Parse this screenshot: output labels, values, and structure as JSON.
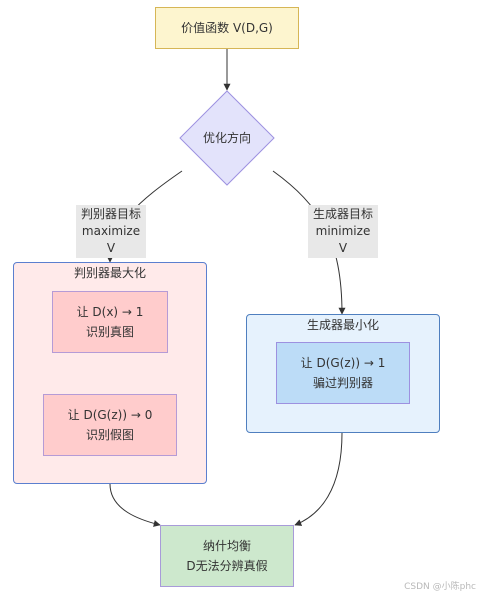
{
  "nodes": {
    "value_function": "价值函数 V(D,G)",
    "optimize_direction": "优化方向",
    "d_real_line1": "让 D(x) → 1",
    "d_real_line2": "识别真图",
    "d_fake_line1": "让 D(G(z)) → 0",
    "d_fake_line2": "识别假图",
    "g_fool_line1": "让 D(G(z)) → 1",
    "g_fool_line2": "骗过判别器",
    "nash_line1": "纳什均衡",
    "nash_line2": "D无法分辨真假"
  },
  "clusters": {
    "discriminator_title": "判别器最大化",
    "generator_title": "生成器最小化"
  },
  "edge_labels": {
    "discriminator_goal_line1": "判别器目标",
    "discriminator_goal_line2": "maximize V",
    "generator_goal_line1": "生成器目标",
    "generator_goal_line2": "minimize V"
  },
  "watermark": "CSDN @小陈phc",
  "colors": {
    "start_fill": "#fdf5cf",
    "start_border": "#d6b656",
    "decision_fill": "#e3e3fb",
    "decision_border": "#9d91e0",
    "discriminator_cluster_fill": "#ffeaea",
    "discriminator_cluster_border": "#5b7fcf",
    "discriminator_node_fill": "#ffcccc",
    "discriminator_node_border": "#b59bd6",
    "generator_cluster_fill": "#e6f2fd",
    "generator_cluster_border": "#4f7fbf",
    "generator_node_fill": "#bcdcf7",
    "generator_node_border": "#9d91e0",
    "end_fill": "#cde8cd",
    "end_border": "#a89bd9",
    "edge": "#333333"
  }
}
